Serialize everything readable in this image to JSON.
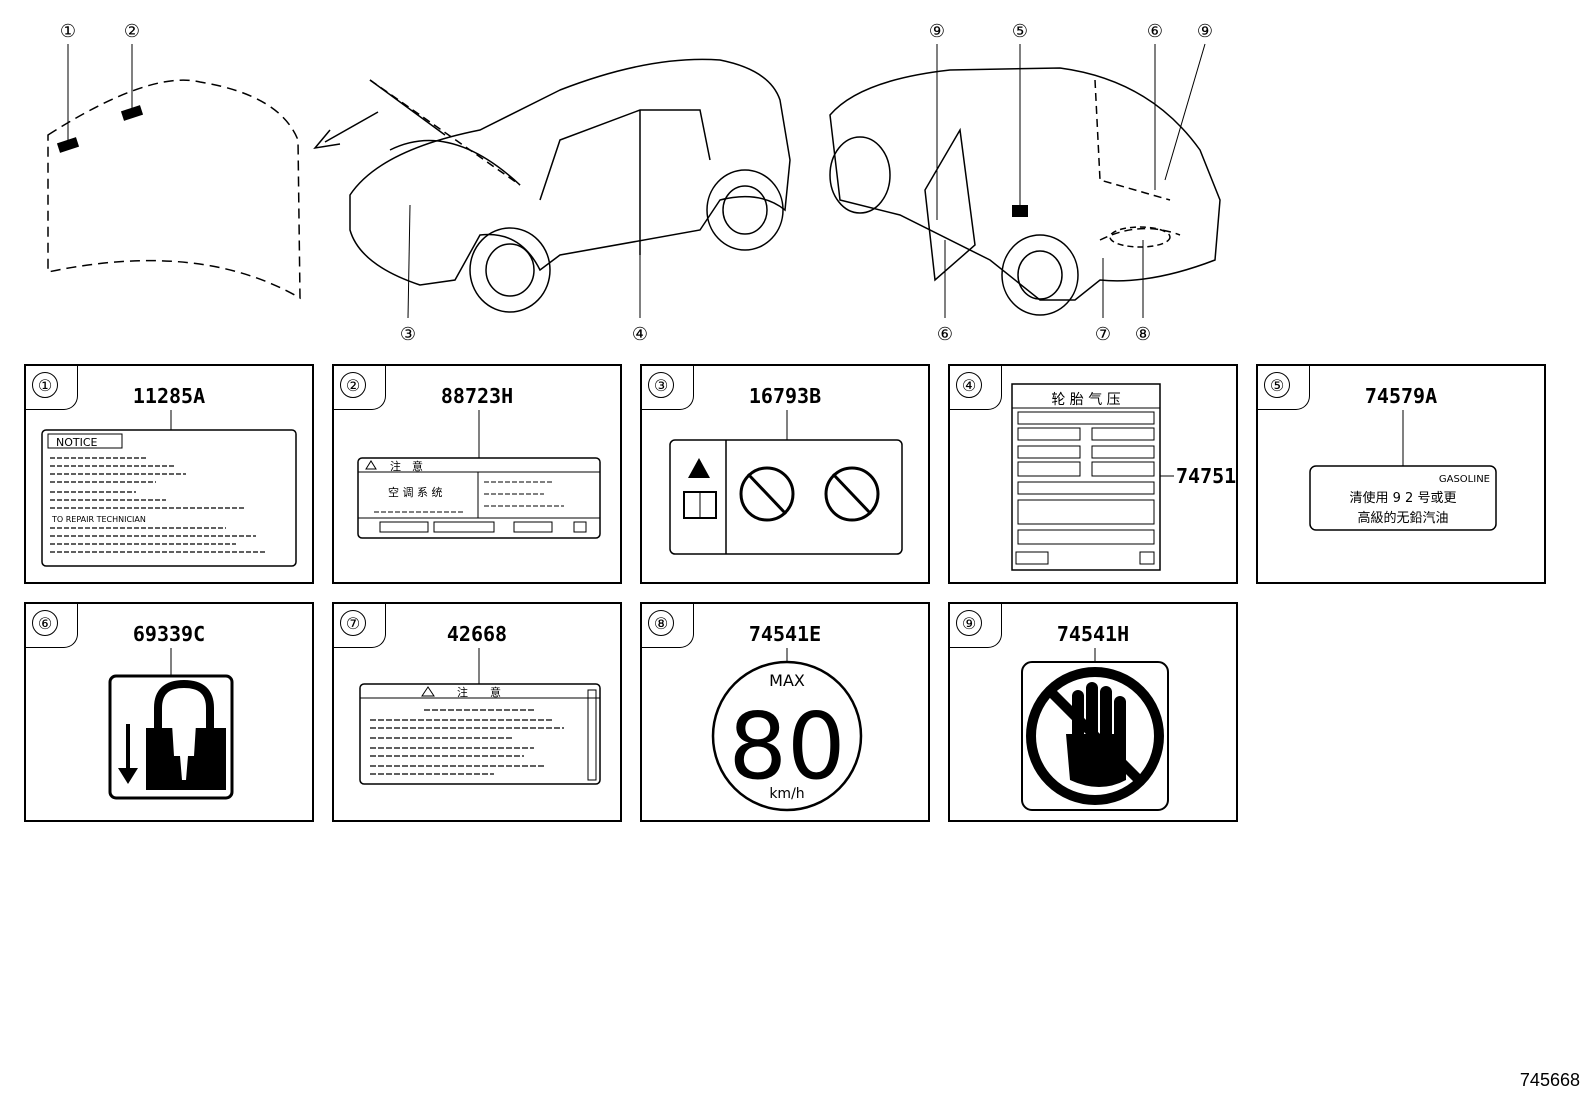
{
  "callouts": {
    "hood_1": "①",
    "hood_2": "②",
    "front_3": "③",
    "front_4": "④",
    "rear_9a": "⑨",
    "rear_5": "⑤",
    "rear_6a": "⑥",
    "rear_9b": "⑨",
    "rear_6b": "⑥",
    "rear_7": "⑦",
    "rear_8": "⑧"
  },
  "panels": [
    {
      "num": "①",
      "code": "11285A",
      "notice_title": "NOTICE",
      "notice_sub": "TO REPAIR TECHNICIAN"
    },
    {
      "num": "②",
      "code": "88723H",
      "header": "注　意",
      "body": "空 调 系 统"
    },
    {
      "num": "③",
      "code": "16793B"
    },
    {
      "num": "④",
      "code": "74751",
      "title": "轮 胎 气 压"
    },
    {
      "num": "⑤",
      "code": "74579A",
      "brand": "GASOLINE",
      "line1": "清使用 9 2 号或更",
      "line2": "高級的无鉛汽油"
    },
    {
      "num": "⑥",
      "code": "69339C"
    },
    {
      "num": "⑦",
      "code": "42668",
      "header": "注　　意"
    },
    {
      "num": "⑧",
      "code": "74541E",
      "max": "MAX",
      "speed": "80",
      "unit": "km/h"
    },
    {
      "num": "⑨",
      "code": "74541H"
    }
  ],
  "footer": {
    "ref": "745668"
  }
}
